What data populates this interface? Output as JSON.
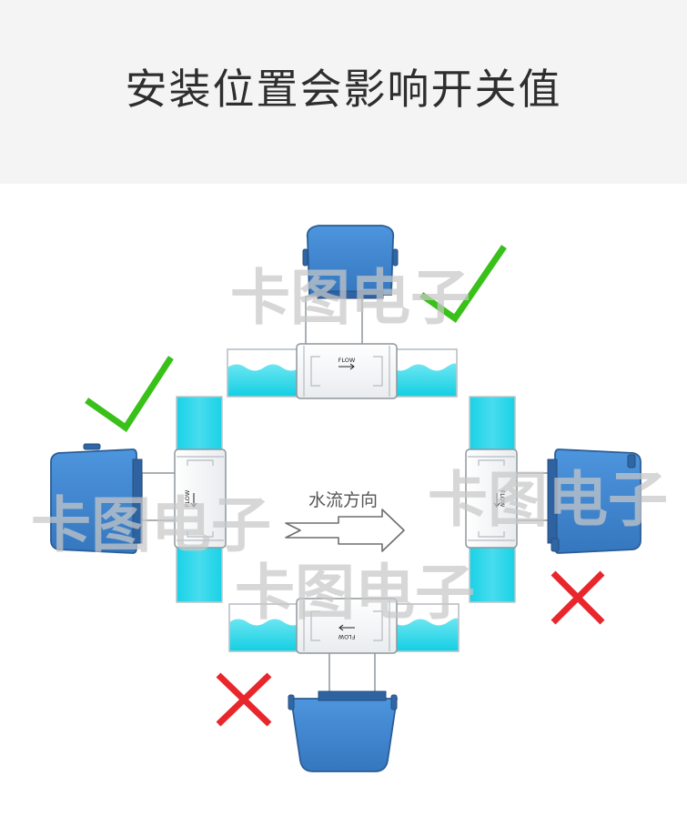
{
  "title": "安装位置会影响开关值",
  "flow_label": "水流方向",
  "body_mark": "FLOW",
  "watermark": "卡图电子",
  "orientations": [
    {
      "position": "top",
      "status": "correct"
    },
    {
      "position": "left",
      "status": "correct"
    },
    {
      "position": "right",
      "status": "incorrect"
    },
    {
      "position": "bottom",
      "status": "incorrect"
    }
  ],
  "colors": {
    "header_bg": "#f5f4f4",
    "water": "#1fd6e8",
    "head_blue": "#3f87d2",
    "check_green": "#39c019",
    "cross_red": "#e8262c"
  }
}
